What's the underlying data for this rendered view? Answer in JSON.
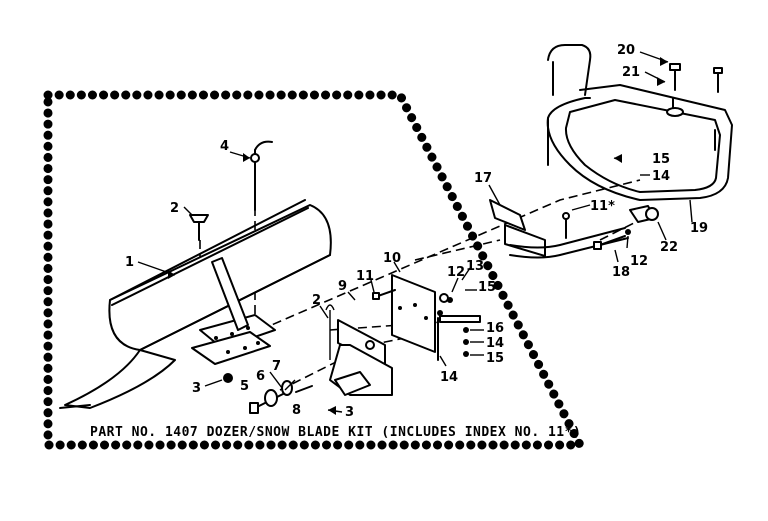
{
  "caption": "PART NO. 1407 DOZER/SNOW BLADE KIT (INCLUDES INDEX NO. 11*)",
  "callouts": [
    {
      "label": "1"
    },
    {
      "label": "2"
    },
    {
      "label": "2"
    },
    {
      "label": "3"
    },
    {
      "label": "3"
    },
    {
      "label": "4"
    },
    {
      "label": "5"
    },
    {
      "label": "6"
    },
    {
      "label": "7"
    },
    {
      "label": "8"
    },
    {
      "label": "9"
    },
    {
      "label": "10"
    },
    {
      "label": "11"
    },
    {
      "label": "11*"
    },
    {
      "label": "12"
    },
    {
      "label": "12"
    },
    {
      "label": "13"
    },
    {
      "label": "14"
    },
    {
      "label": "14"
    },
    {
      "label": "14"
    },
    {
      "label": "15"
    },
    {
      "label": "15"
    },
    {
      "label": "15"
    },
    {
      "label": "16"
    },
    {
      "label": "17"
    },
    {
      "label": "18"
    },
    {
      "label": "19"
    },
    {
      "label": "20"
    },
    {
      "label": "21"
    },
    {
      "label": "22"
    }
  ]
}
